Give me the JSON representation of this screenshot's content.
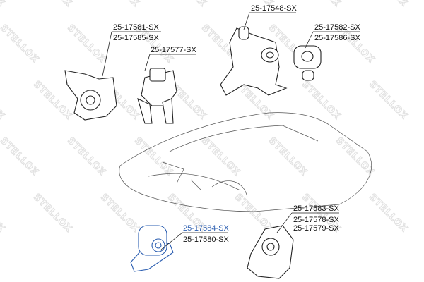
{
  "watermark": "STELLOX",
  "accent_color": "#2a5db0",
  "parts": [
    {
      "id": "left-mount",
      "labels": [
        "25-17581-SX",
        "25-17585-SX"
      ]
    },
    {
      "id": "center-left-mount",
      "labels": [
        "25-17577-SX"
      ]
    },
    {
      "id": "top-mount",
      "labels": [
        "25-17548-SX"
      ]
    },
    {
      "id": "right-mount",
      "labels": [
        "25-17582-SX",
        "25-17586-SX"
      ]
    },
    {
      "id": "bottom-mount",
      "labels": [
        "25-17584-SX",
        "25-17580-SX"
      ],
      "highlighted": "25-17584-SX"
    },
    {
      "id": "bottom-right-mount",
      "labels": [
        "25-17583-SX",
        "25-17578-SX",
        "25-17579-SX"
      ]
    }
  ]
}
